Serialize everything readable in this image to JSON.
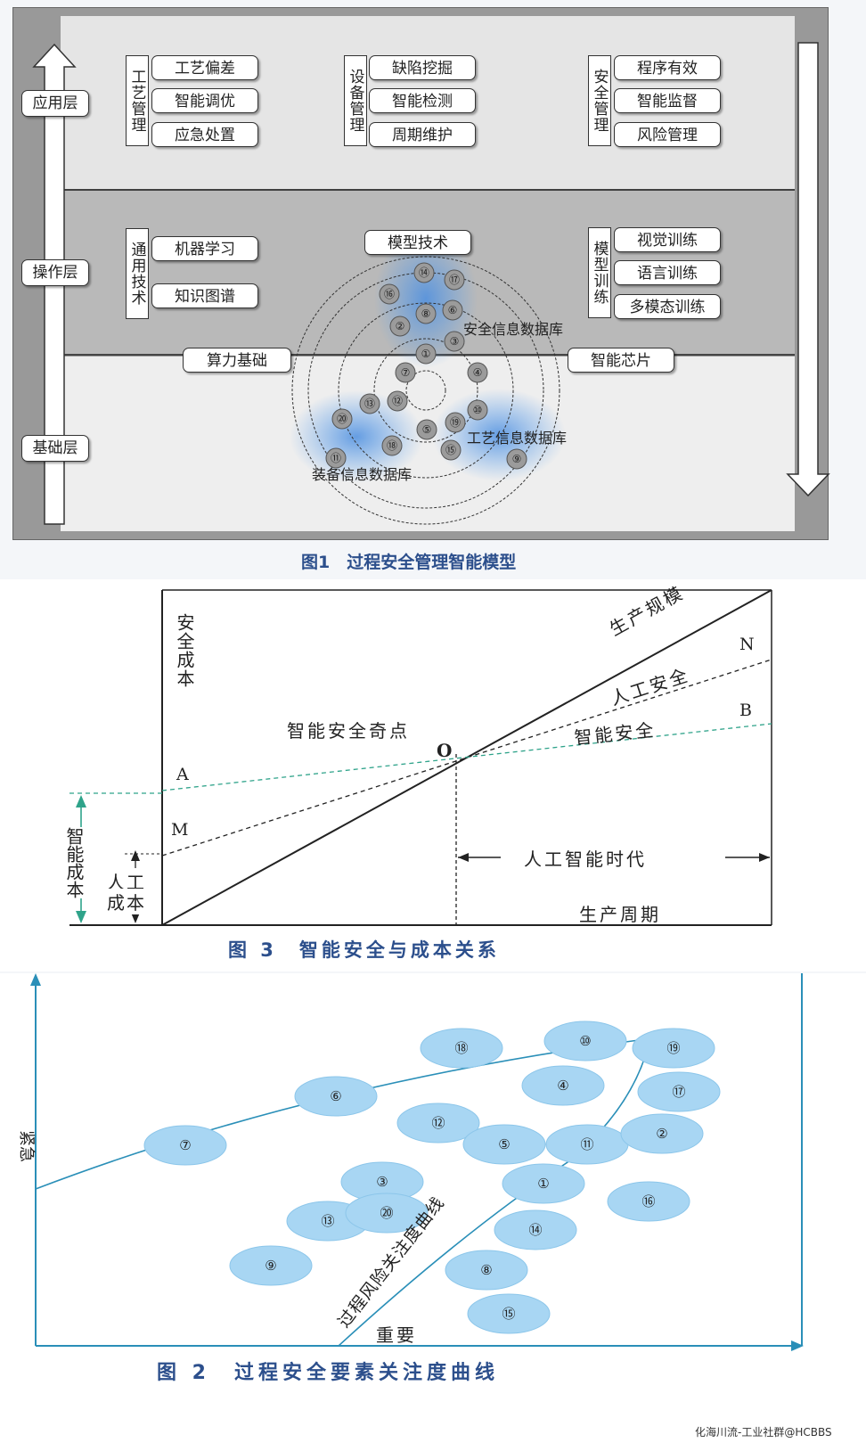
{
  "fig1": {
    "caption": "图1　过程安全管理智能模型",
    "layers": {
      "app": "应用层",
      "op": "操作层",
      "base": "基础层"
    },
    "groups": {
      "process": {
        "title": "工艺管理",
        "items": [
          "工艺偏差",
          "智能调优",
          "应急处置"
        ]
      },
      "equipment": {
        "title": "设备管理",
        "items": [
          "缺陷挖掘",
          "智能检测",
          "周期维护"
        ]
      },
      "safety": {
        "title": "安全管理",
        "items": [
          "程序有效",
          "智能监督",
          "风险管理"
        ]
      },
      "general": {
        "title": "通用技术",
        "items": [
          "机器学习",
          "知识图谱"
        ]
      },
      "model_training": {
        "title": "模型训练",
        "items": [
          "视觉训练",
          "语言训练",
          "多模态训练"
        ]
      }
    },
    "model_tech": "模型技术",
    "compute": "算力基础",
    "chip": "智能芯片",
    "db_safety": "安全信息数据库",
    "db_process": "工艺信息数据库",
    "db_equipment": "装备信息数据库",
    "nodes": [
      "⑭",
      "⑰",
      "⑯",
      "⑧",
      "⑥",
      "②",
      "③",
      "①",
      "⑦",
      "④",
      "⑬",
      "⑫",
      "⑩",
      "⑳",
      "⑲",
      "⑤",
      "⑱",
      "⑮",
      "⑪",
      "⑨"
    ]
  },
  "fig3": {
    "caption": "图 3　智能安全与成本关系",
    "y_label": "安全成本",
    "x_label": "生产周期",
    "line_scale": "生产规模",
    "line_manual": "人工安全",
    "line_smart": "智能安全",
    "point_N": "N",
    "point_B": "B",
    "point_A": "A",
    "point_M": "M",
    "point_O": "O",
    "singularity": "智能安全奇点",
    "ai_era": "人工智能时代",
    "smart_cost": "智能成本",
    "manual_cost_1": "人工",
    "manual_cost_2": "成本"
  },
  "fig2": {
    "caption": "图 2　过程安全要素关注度曲线",
    "y_label": "紧急",
    "x_label": "重要",
    "curve_label": "过程风险关注度曲线",
    "nodes": [
      "⑱",
      "⑩",
      "⑲",
      "⑥",
      "④",
      "⑰",
      "⑦",
      "⑫",
      "⑤",
      "⑪",
      "②",
      "③",
      "①",
      "⑯",
      "⑬",
      "⑳",
      "⑭",
      "⑨",
      "⑧",
      "⑮"
    ]
  },
  "watermark": "化海川流-工业社群@HCBBS"
}
